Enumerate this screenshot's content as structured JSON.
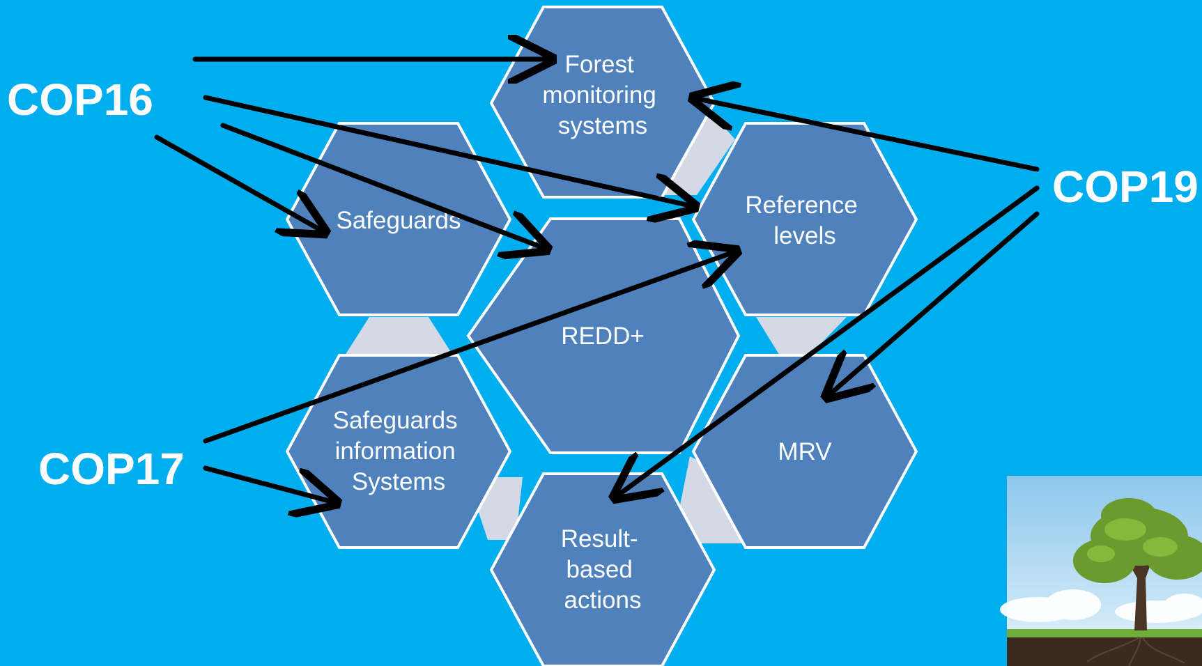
{
  "diagram": {
    "center": {
      "id": "redd",
      "lines": [
        "REDD+"
      ]
    },
    "hexagons": [
      {
        "id": "forest",
        "lines": [
          "Forest",
          "monitoring",
          "systems"
        ]
      },
      {
        "id": "safeguards",
        "lines": [
          "Safeguards"
        ]
      },
      {
        "id": "reference",
        "lines": [
          "Reference",
          "levels"
        ]
      },
      {
        "id": "sis",
        "lines": [
          "Safeguards",
          "information",
          "Systems"
        ]
      },
      {
        "id": "mrv",
        "lines": [
          "MRV"
        ]
      },
      {
        "id": "result",
        "lines": [
          "Result-",
          "based",
          "actions"
        ]
      }
    ],
    "cop_labels": [
      {
        "id": "cop16",
        "text": "COP16",
        "targets": [
          "forest",
          "reference",
          "safeguards",
          "redd"
        ]
      },
      {
        "id": "cop17",
        "text": "COP17",
        "targets": [
          "reference",
          "sis"
        ]
      },
      {
        "id": "cop19",
        "text": "COP19",
        "targets": [
          "forest",
          "result",
          "mrv"
        ]
      }
    ]
  },
  "colors": {
    "background": "#00AEEF",
    "hex_fill": "#4F81BD",
    "hex_stroke": "#FFFFFF",
    "connector": "#D4D9E6",
    "arrow": "#000000",
    "text": "#FFFFFF"
  },
  "image": {
    "name": "tree-with-roots-illustration"
  }
}
